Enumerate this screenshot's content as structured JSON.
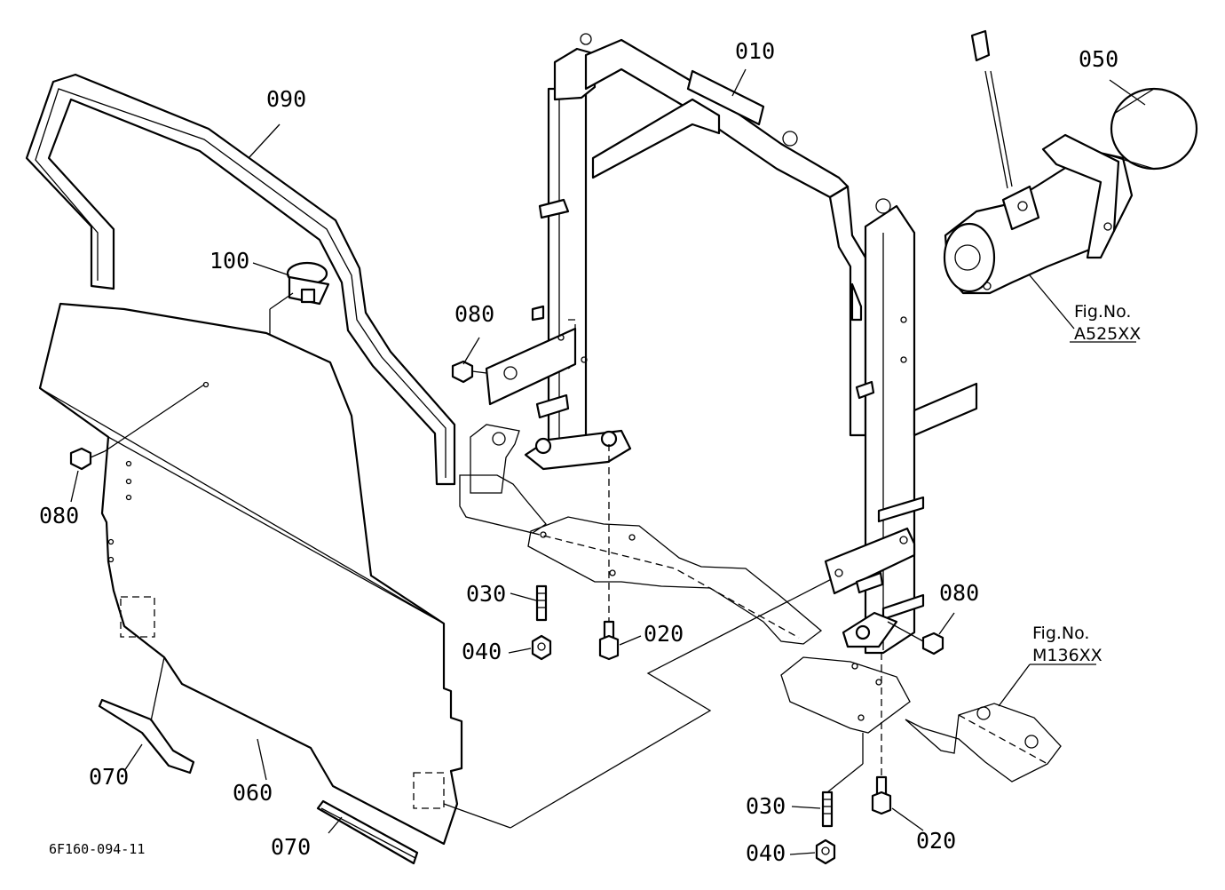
{
  "drawing_code": "6F160-094-11",
  "callouts": {
    "c010": "010",
    "c020a": "020",
    "c020b": "020",
    "c030a": "030",
    "c030b": "030",
    "c040a": "040",
    "c040b": "040",
    "c050": "050",
    "c060": "060",
    "c070a": "070",
    "c070b": "070",
    "c080a": "080",
    "c080b": "080",
    "c080c": "080",
    "c090": "090",
    "c100": "100"
  },
  "references": {
    "starter_fig_label": "Fig.No.",
    "starter_fig_no": "A525XX",
    "frame_fig_label": "Fig.No.",
    "frame_fig_no": "M136XX"
  }
}
